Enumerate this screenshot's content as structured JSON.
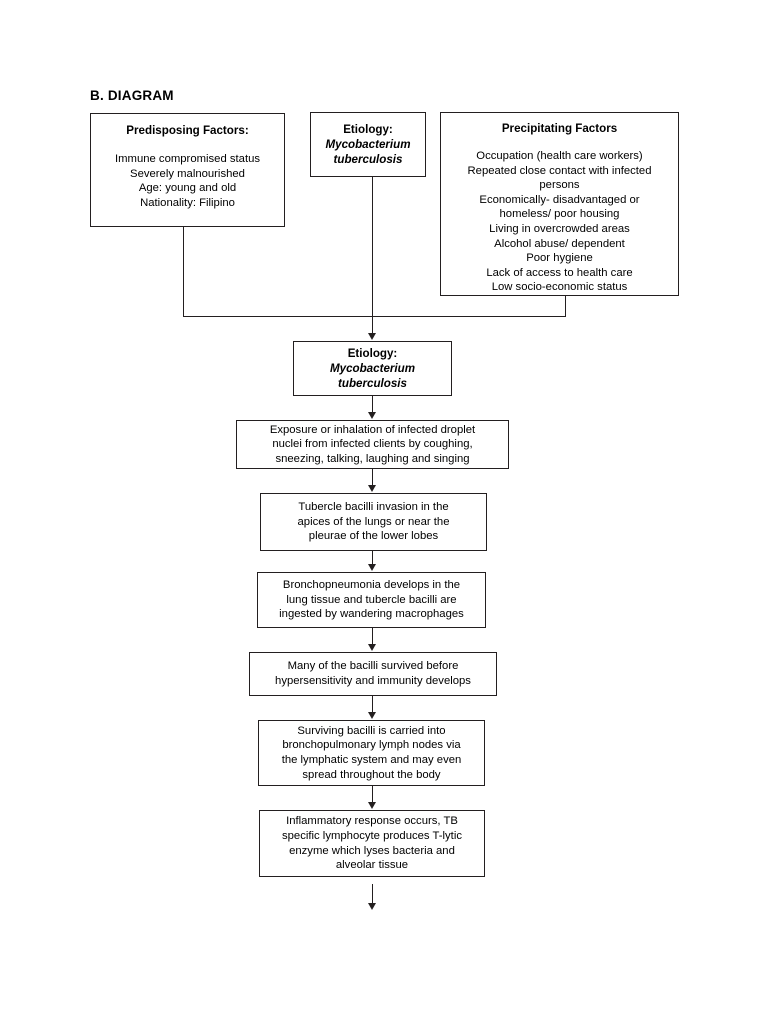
{
  "page": {
    "title": "B. DIAGRAM",
    "background": "#ffffff",
    "ink": "#231f20"
  },
  "boxes": {
    "predisposing": {
      "heading": "Predisposing Factors:",
      "body": "Immune compromised status\nSeverely malnourished\nAge: young and old\nNationality: Filipino"
    },
    "etiology_top": {
      "heading": "Etiology:",
      "scientific_name": "Mycobacterium\ntuberculosis"
    },
    "precipitating": {
      "heading": "Precipitating Factors",
      "body": "Occupation (health care workers)\nRepeated close contact with infected\npersons\nEconomically- disadvantaged or\nhomeless/ poor housing\nLiving in overcrowded areas\nAlcohol abuse/ dependent\nPoor hygiene\nLack of access to health care\nLow socio-economic status"
    },
    "etiology_main": {
      "heading": "Etiology:",
      "scientific_name": "Mycobacterium\ntuberculosis"
    },
    "step_exposure": {
      "body": "Exposure or inhalation of infected droplet\nnuclei from infected clients by coughing,\nsneezing, talking, laughing and singing"
    },
    "step_invasion": {
      "body": "Tubercle bacilli invasion in the\napices of the lungs or near the\npleurae of the lower lobes"
    },
    "step_bronchopneumonia": {
      "body": "Bronchopneumonia develops in the\nlung tissue and tubercle bacilli are\ningested by wandering macrophages"
    },
    "step_survival": {
      "body": "Many of the bacilli survived before\nhypersensitivity and immunity develops"
    },
    "step_lymph": {
      "body": "Surviving bacilli is carried into\nbronchopulmonary lymph nodes via\nthe lymphatic system and may even\nspread throughout the body"
    },
    "step_inflammatory": {
      "body": "Inflammatory response occurs, TB\nspecific lymphocyte produces T-lytic\nenzyme which lyses bacteria and\nalveolar tissue"
    }
  },
  "connectors": {
    "predisposing_to_merge": "elbow-down-right",
    "etiology_top_to_main": "straight-down-arrow",
    "precipitating_to_merge": "elbow-down-left",
    "main_chain": "straight-down-arrow",
    "terminal": "straight-down-arrow-open"
  }
}
